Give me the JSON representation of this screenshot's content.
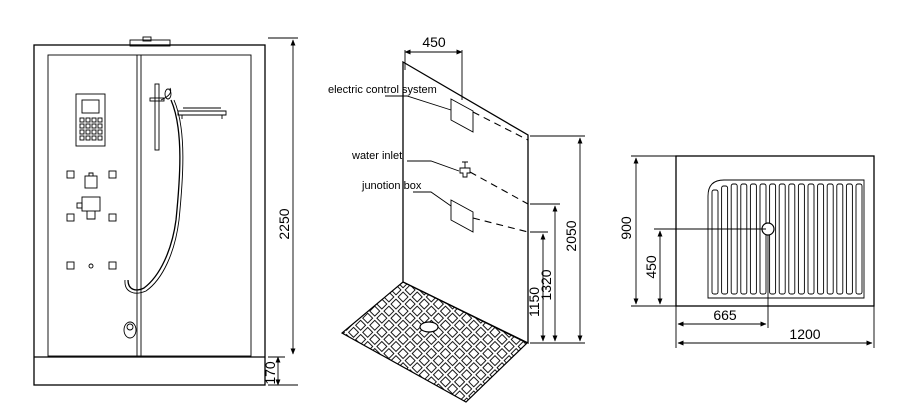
{
  "front_view": {
    "height_dim": "2250",
    "base_dim": "170"
  },
  "side_view": {
    "width_dim": "450",
    "labels": {
      "control": "electric control system",
      "water": "water inlet",
      "junction": "junotion box"
    },
    "dims": {
      "d2050": "2050",
      "d1320": "1320",
      "d1150": "1150"
    }
  },
  "top_view": {
    "depth_dim": "900",
    "drain_y_dim": "450",
    "drain_x_dim": "665",
    "width_dim": "1200"
  }
}
